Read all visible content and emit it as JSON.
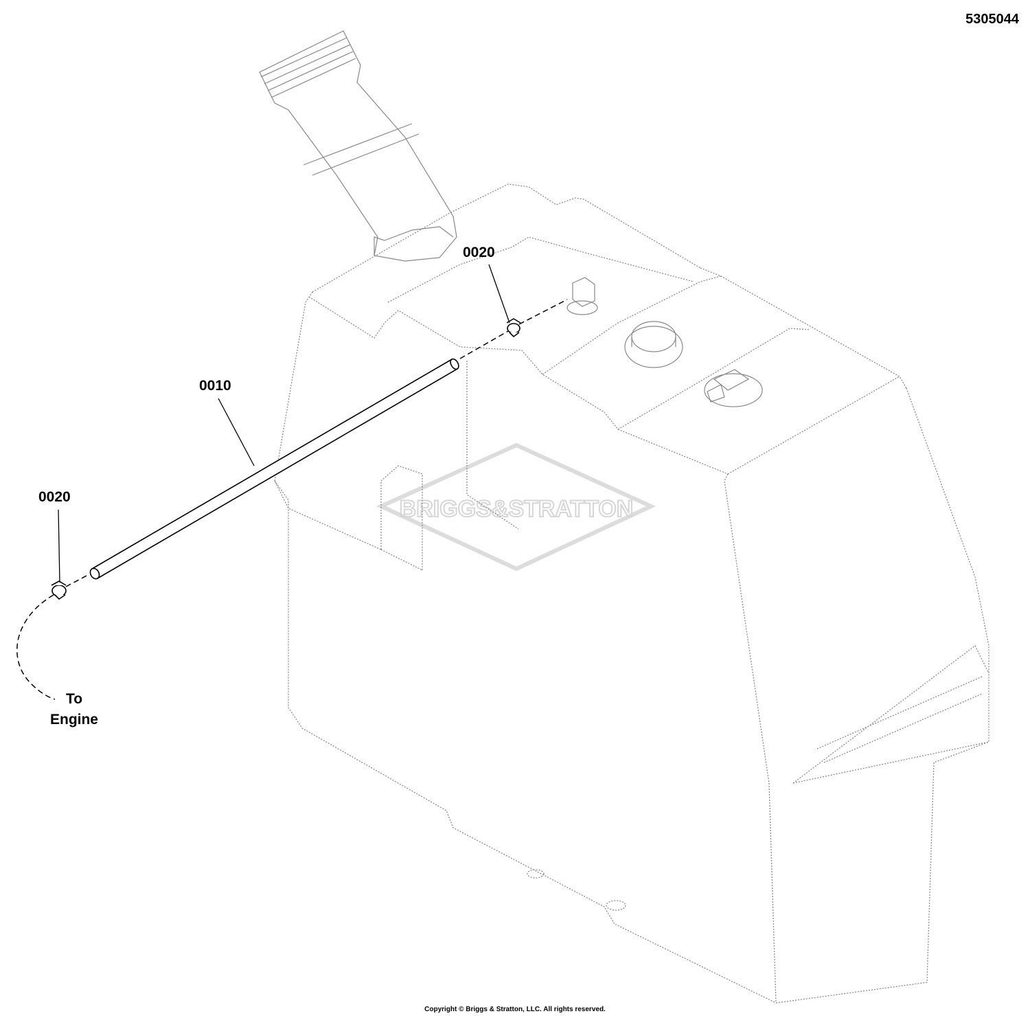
{
  "drawing": {
    "document_number": "5305044",
    "copyright": "Copyright © Briggs & Stratton, LLC. All rights reserved.",
    "watermark": "BRIGGS&STRATTON",
    "callouts": {
      "hose": "0010",
      "clamp_top": "0020",
      "clamp_left": "0020"
    },
    "route_label": {
      "line1": "To",
      "line2": "Engine"
    }
  }
}
